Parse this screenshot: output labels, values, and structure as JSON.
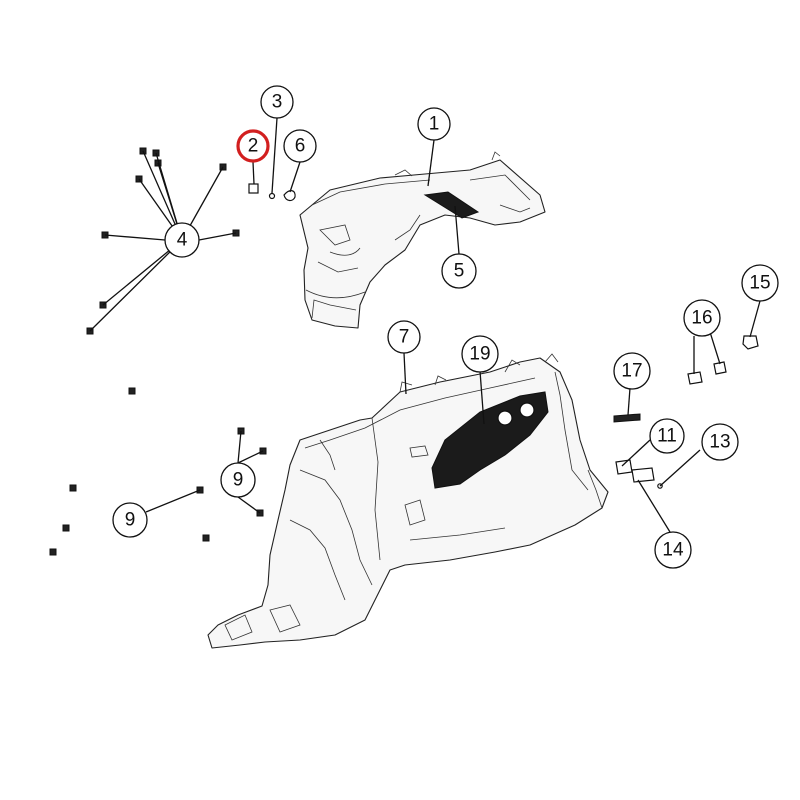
{
  "diagram": {
    "highlight_color": "#d21f1f",
    "callouts": [
      {
        "id": "c1",
        "label": "1",
        "highlight": false
      },
      {
        "id": "c2",
        "label": "2",
        "highlight": true
      },
      {
        "id": "c3",
        "label": "3",
        "highlight": false
      },
      {
        "id": "c4",
        "label": "4",
        "highlight": false
      },
      {
        "id": "c5",
        "label": "5",
        "highlight": false
      },
      {
        "id": "c6",
        "label": "6",
        "highlight": false
      },
      {
        "id": "c7",
        "label": "7",
        "highlight": false
      },
      {
        "id": "c9a",
        "label": "9",
        "highlight": false
      },
      {
        "id": "c9b",
        "label": "9",
        "highlight": false
      },
      {
        "id": "c11",
        "label": "11",
        "highlight": false
      },
      {
        "id": "c13",
        "label": "13",
        "highlight": false
      },
      {
        "id": "c14",
        "label": "14",
        "highlight": false
      },
      {
        "id": "c15",
        "label": "15",
        "highlight": false
      },
      {
        "id": "c16",
        "label": "16",
        "highlight": false
      },
      {
        "id": "c17",
        "label": "17",
        "highlight": false
      },
      {
        "id": "c19",
        "label": "19",
        "highlight": false
      }
    ]
  }
}
